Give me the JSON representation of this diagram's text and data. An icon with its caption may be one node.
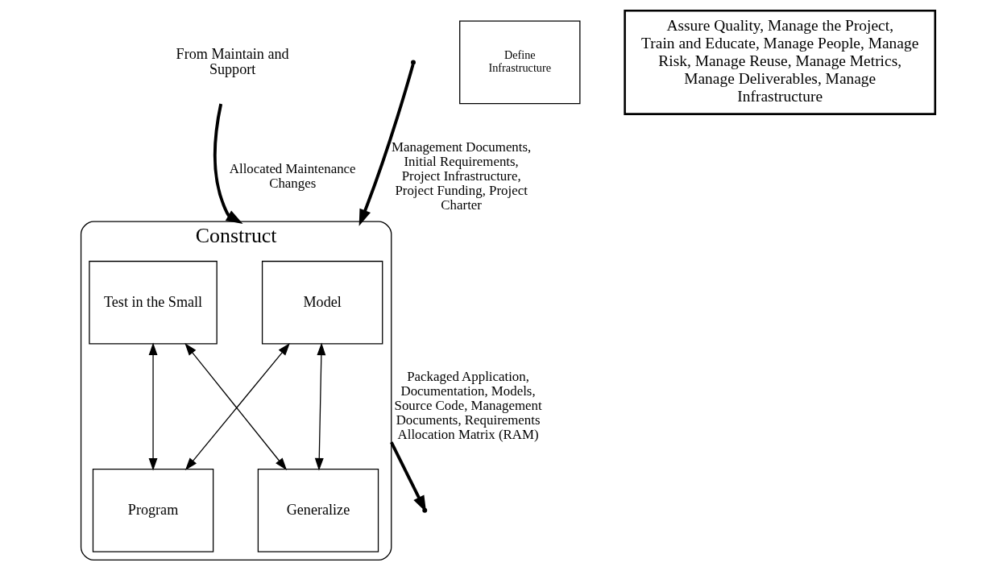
{
  "diagram": {
    "nodes": [
      {
        "text": [
          "Construct"
        ]
      },
      {
        "text": [
          "Model"
        ],
        "in": 0
      },
      {
        "text": [
          "Test in the Small"
        ],
        "in": 0
      },
      {
        "text": [
          "Generalize"
        ],
        "in": 0
      },
      {
        "text": [
          "Program"
        ],
        "in": 0
      },
      {
        "text": [
          "Define Infrastructure"
        ]
      },
      {
        "text": [
          "From Maintain and Support"
        ]
      },
      {
        "text": [
          "Assure Quality, Manage the Project, Train and Educate, Manage People, Manage Risk, Manage Reuse, Manage Metrics, Manage Deliverables, Manage Infrastructure"
        ]
      }
    ],
    "edges": [
      {
        "from": 1,
        "to": 3,
        "arrow": "both"
      },
      {
        "from": 2,
        "to": 4,
        "arrow": "both"
      },
      {
        "from": 1,
        "to": 4,
        "arrow": "both"
      },
      {
        "from": 3,
        "to": 2,
        "arrow": "both"
      },
      {
        "from": 6,
        "to": 0,
        "arrow": "to",
        "label": "Allocated Maintenance Changes",
        "style": "thick"
      },
      {
        "from": null,
        "to": 0,
        "arrow": "to",
        "label": "Management Documents, Initial Requirements, Project Infrastructure, Project Funding, Project Charter",
        "style": "thick"
      },
      {
        "from": 0,
        "to": null,
        "arrow": "to",
        "label": "Packaged Application, Documentation, Models, Source Code, Management Documents, Requirements Allocation Matrix (RAM)",
        "style": "thick"
      }
    ]
  }
}
